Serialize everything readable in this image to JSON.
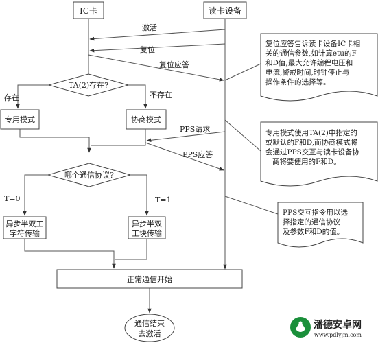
{
  "actors": {
    "ic_card": "IC卡",
    "reader": "读卡设备"
  },
  "messages": {
    "activate": "激活",
    "reset": "复位",
    "reset_response": "复位应答",
    "pps_request": "PPS请求",
    "pps_response": "PPS应答"
  },
  "decisions": {
    "ta2_exists": "TA(2)存在?",
    "ta2_yes": "存在",
    "ta2_no": "不存在",
    "which_protocol": "哪个通信协议?",
    "t0": "T=0",
    "t1": "T=1"
  },
  "processes": {
    "specific_mode": "专用模式",
    "negotiable_mode": "协商模式",
    "async_char_line1": "异步半双工",
    "async_char_line2": "字符传输",
    "async_block_line1": "异步半双",
    "async_block_line2": "工块传输",
    "normal_comm": "正常通信开始",
    "end_line1": "通信结束",
    "end_line2": "去激活"
  },
  "notes": {
    "note1": [
      "复位应答告诉读卡设备IC卡相",
      "关的通信参数,如计算etu的F",
      "和D值,最大允许编程电压和",
      "电流,警戒时间,时钟停止与",
      "操作条件的选择等。"
    ],
    "note2": [
      "专用模式使用TA(2)中指定的",
      "或默认的F和D,而协商模式将",
      "会通过PPS交互与读卡设备协",
      "商将要使用的F和D。"
    ],
    "note3": [
      "PPS交互指令用以选",
      "择指定的通信协议",
      "及参数F和D的值。"
    ]
  },
  "watermark": {
    "name": "潘德安卓网",
    "url": "www.pdlyjm.com"
  }
}
